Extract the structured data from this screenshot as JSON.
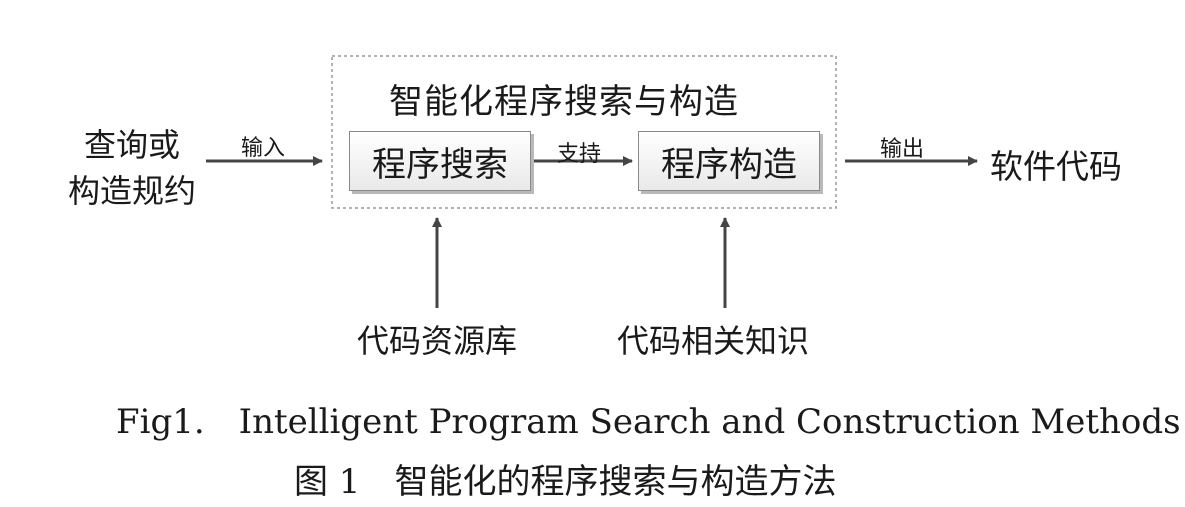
{
  "diagram": {
    "outer_title": "智能化程序搜索与构造",
    "input_line1": "查询或",
    "input_line2": "构造规约",
    "box_search": "程序搜索",
    "box_construct": "程序构造",
    "output": "软件代码",
    "edge_input": "输入",
    "edge_support": "支持",
    "edge_output": "输出",
    "source_left": "代码资源库",
    "source_right": "代码相关知识"
  },
  "caption": {
    "en": "Fig1.　Intelligent Program Search and Construction Methods",
    "zh": "图 1　智能化的程序搜索与构造方法"
  },
  "colors": {
    "arrow": "#454545",
    "dashed_border": "#9a9a9a",
    "box_border": "#8a8a8a",
    "box_shadow": "#b9b9b9"
  }
}
